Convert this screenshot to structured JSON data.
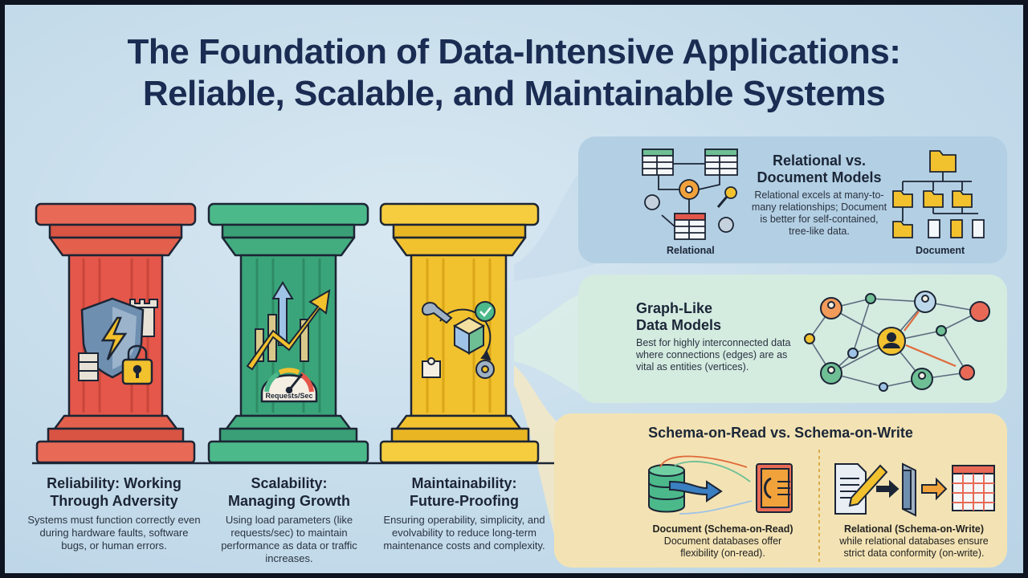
{
  "title": {
    "line1": "The Foundation of Data-Intensive Applications:",
    "line2": "Reliable, Scalable, and Maintainable Systems"
  },
  "pillars": [
    {
      "heading_line1": "Reliability: Working",
      "heading_line2": "Through Adversity",
      "body": "Systems must function correctly even during hardware faults, software bugs, or human errors.",
      "color": "#e3574a"
    },
    {
      "heading_line1": "Scalability:",
      "heading_line2": "Managing Growth",
      "body": "Using load parameters (like requests/sec) to maintain performance as data or traffic increases.",
      "color": "#3aa57a",
      "gauge_label": "Requests/Sec"
    },
    {
      "heading_line1": "Maintainability:",
      "heading_line2": "Future-Proofing",
      "body": "Ensuring operability, simplicity, and evolvability to reduce long-term maintenance costs and complexity.",
      "color": "#f2c12e"
    }
  ],
  "panels": {
    "relational_vs_document": {
      "heading_line1": "Relational vs.",
      "heading_line2": "Document Models",
      "body": "Relational excels at many-to-many relationships; Document is better for self-contained, tree-like data.",
      "left_label": "Relational",
      "right_label": "Document"
    },
    "graph": {
      "heading_line1": "Graph-Like",
      "heading_line2": "Data Models",
      "body": "Best for highly interconnected data where connections (edges) are as vital as entities (vertices)."
    },
    "schema": {
      "heading": "Schema-on-Read vs. Schema-on-Write",
      "left_heading": "Document (Schema-on-Read)",
      "left_body": "Document databases offer flexibility (on-read).",
      "right_heading": "Relational (Schema-on-Write)",
      "right_body": "while relational databases ensure strict data conformity (on-write)."
    }
  },
  "colors": {
    "title": "#1a2c52",
    "panel_blue": "#b3cfe3",
    "panel_green": "#d4ebe0",
    "panel_yellow": "#f3e3b4"
  },
  "icons": [
    "shield-icon",
    "padlock-icon",
    "castle-tower-icon",
    "growth-arrow-icon",
    "gauge-icon",
    "wrench-icon",
    "gear-icon",
    "cube-icon",
    "puzzle-icon",
    "table-icon",
    "key-icon",
    "folder-icon",
    "document-icon",
    "user-node-icon",
    "database-icon",
    "book-icon",
    "pencil-icon"
  ]
}
